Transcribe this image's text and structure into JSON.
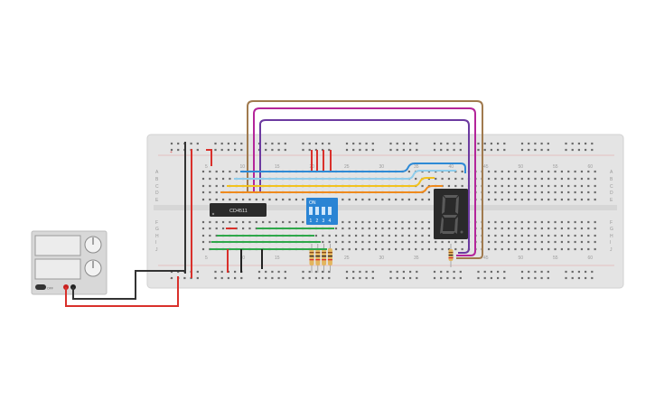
{
  "colors": {
    "canvas_bg": "#ffffff",
    "breadboard": "#e4e4e4",
    "hole": "#6a6a6a",
    "rail_red": "#e05a5a",
    "rail_black": "#333333",
    "wire_brown": "#a07a4e",
    "wire_magenta": "#b4259a",
    "wire_purple": "#6c3aa0",
    "wire_blue": "#2e8ad6",
    "wire_lightblue": "#8fcdeb",
    "wire_yellow": "#f2c21d",
    "wire_orange": "#ef8a1d",
    "wire_green": "#2ea84a",
    "wire_red": "#d9302b",
    "wire_black": "#222222",
    "chip": "#2b2b2b",
    "dip_switch": "#2a84d4",
    "segment_display": "#2a2a2a",
    "resistor": "#e2b55f",
    "power_supply": "#d8d8d8"
  },
  "breadboard": {
    "rail_plus_top": "+",
    "rail_minus_bottom": "-",
    "row_labels_top": [
      "A",
      "B",
      "C",
      "D",
      "E"
    ],
    "row_labels_bottom": [
      "F",
      "G",
      "H",
      "I",
      "J"
    ],
    "column_numbers": [
      "5",
      "10",
      "15",
      "20",
      "25",
      "30",
      "35",
      "40",
      "45",
      "50",
      "55",
      "60"
    ]
  },
  "components": {
    "ic_label": "CD4511",
    "dip_switch_label": "ON",
    "dip_switch_numbers": [
      "1",
      "2",
      "3",
      "4"
    ],
    "display_digit": "8"
  },
  "power_supply": {
    "off_label": "OFF"
  }
}
